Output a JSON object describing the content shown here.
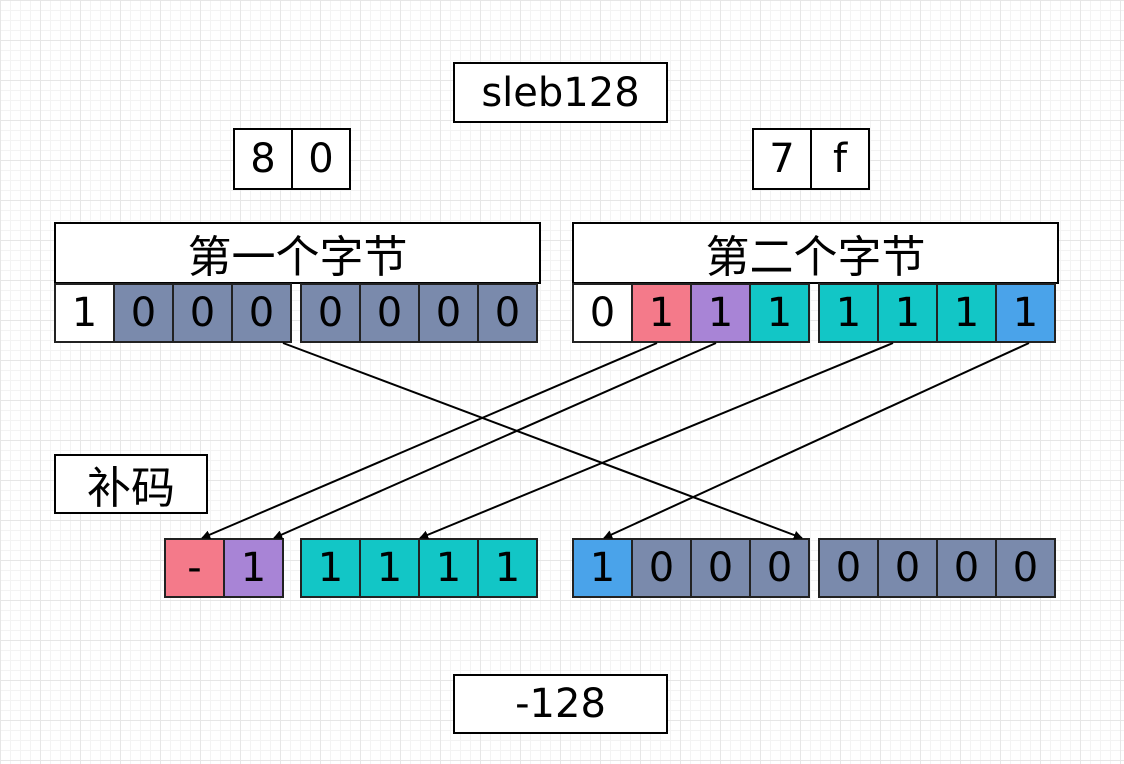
{
  "title": "sleb128",
  "hex_first": [
    "8",
    "0"
  ],
  "hex_second": [
    "7",
    "f"
  ],
  "byte1_label": "第一个字节",
  "byte2_label": "第二个字节",
  "byte1_bits_high": [
    "1",
    "0",
    "0",
    "0"
  ],
  "byte1_bits_low": [
    "0",
    "0",
    "0",
    "0"
  ],
  "byte2_bits_high": [
    "0",
    "1",
    "1",
    "1"
  ],
  "byte2_bits_low": [
    "1",
    "1",
    "1",
    "1"
  ],
  "complement_label": "补码",
  "result_group1": [
    "-",
    "1"
  ],
  "result_group2": [
    "1",
    "1",
    "1",
    "1"
  ],
  "result_group3": [
    "1",
    "0",
    "0",
    "0"
  ],
  "result_group4": [
    "0",
    "0",
    "0",
    "0"
  ],
  "result_value": "-128",
  "colors": {
    "gray": "#7a8aac",
    "red": "#f47a8a",
    "purple": "#a884d6",
    "cyan": "#12c6c6",
    "blue": "#4aa3ea"
  }
}
